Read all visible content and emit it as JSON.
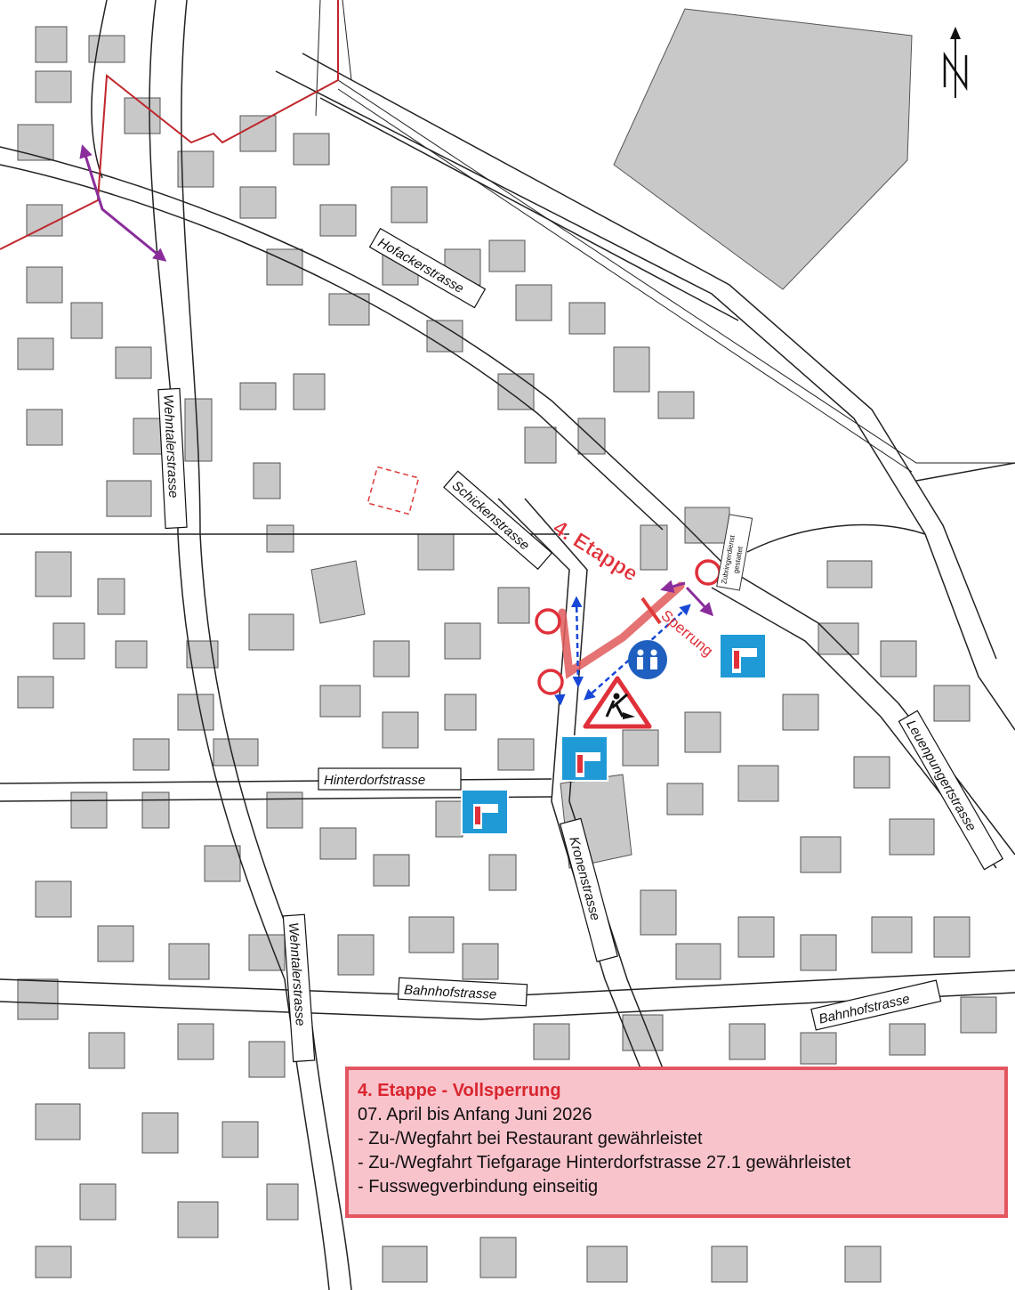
{
  "map": {
    "streets": [
      {
        "id": "hofacker",
        "label": "Hofackerstrasse"
      },
      {
        "id": "wehntaler-n",
        "label": "Wehntalerstrasse"
      },
      {
        "id": "schicken",
        "label": "Schickenstrasse"
      },
      {
        "id": "hinterdorf",
        "label": "Hinterdorfstrasse"
      },
      {
        "id": "kronen",
        "label": "Kronenstrasse"
      },
      {
        "id": "wehntaler-s",
        "label": "Wehntalerstrasse"
      },
      {
        "id": "bahnhof-w",
        "label": "Bahnhofstrasse"
      },
      {
        "id": "bahnhof-e",
        "label": "Bahnhofstrasse"
      },
      {
        "id": "leuenpungert",
        "label": "Leuenpungertstrasse"
      }
    ],
    "stage_label": "4. Etappe",
    "closure_label": "Sperrung",
    "access_sign_line1": "Zubringerdienst",
    "access_sign_line2": "gestattet",
    "colors": {
      "closure": "#e05a5a",
      "stage_text": "#e0303a",
      "detour_arrow": "#8a2d9b",
      "access_arrow": "#1747d6",
      "sign_blue": "#1f9ad6",
      "boundary": "#c0272d",
      "building": "#c8c8c8"
    },
    "icons": [
      "north-arrow-icon",
      "no-vehicles-sign-icon",
      "pedestrian-path-sign-icon",
      "road-works-sign-icon",
      "dead-end-sign-icon"
    ]
  },
  "info": {
    "title": "4. Etappe - Vollsperrung",
    "lines": [
      "07. April bis Anfang Juni 2026",
      "- Zu-/Wegfahrt bei Restaurant gewährleistet",
      "- Zu-/Wegfahrt Tiefgarage Hinterdorfstrasse 27.1 gewährleistet",
      "- Fusswegverbindung einseitig"
    ]
  }
}
